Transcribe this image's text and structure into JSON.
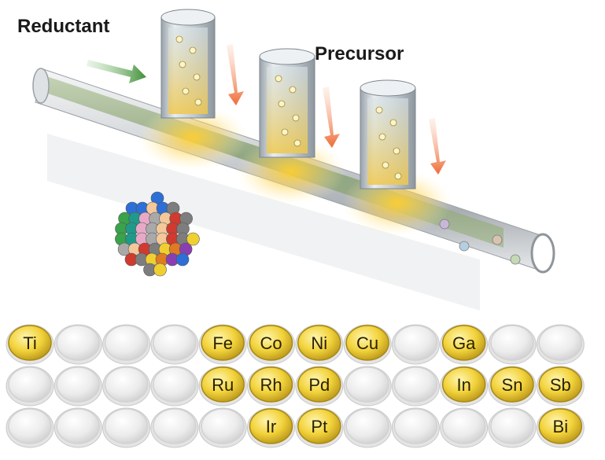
{
  "labels": {
    "reductant": "Reductant",
    "precursor": "Precursor"
  },
  "colors": {
    "tube": "#cfd3d6",
    "solution": "#8fa87a",
    "glow": "#ffc21a",
    "arrow_reductant": "#4f9a45",
    "arrow_precursor": "#f07a4a",
    "element_active": "#f2d23a",
    "element_inactive": "#ececec"
  },
  "element_grid": {
    "rows": [
      [
        "Ti",
        "",
        "",
        "",
        "Fe",
        "Co",
        "Ni",
        "Cu",
        "",
        "Ga",
        "",
        ""
      ],
      [
        "",
        "",
        "",
        "",
        "Ru",
        "Rh",
        "Pd",
        "",
        "",
        "In",
        "Sn",
        "Sb"
      ],
      [
        "",
        "",
        "",
        "",
        "",
        "Ir",
        "Pt",
        "",
        "",
        "",
        "",
        "Bi"
      ]
    ]
  }
}
